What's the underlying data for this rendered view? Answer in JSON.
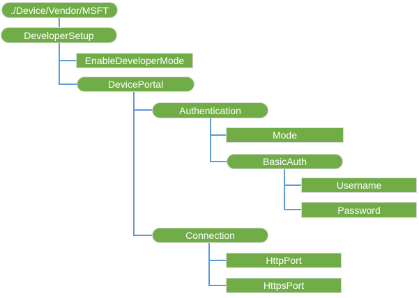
{
  "diagram": {
    "type": "tree",
    "description": "CSP node hierarchy diagram",
    "colors": {
      "node_fill": "#70AD47",
      "node_border": "#D9D9D9",
      "connector_line": "#5B9BD5",
      "node_text": "#FFFFFF",
      "background": "#FFFFFF"
    },
    "nodes": [
      {
        "id": "root",
        "label": "./Device/Vendor/MSFT",
        "shape": "pill",
        "parent": null
      },
      {
        "id": "developer-setup",
        "label": "DeveloperSetup",
        "shape": "pill",
        "parent": "root"
      },
      {
        "id": "enable-developer-mode",
        "label": "EnableDeveloperMode",
        "shape": "rect",
        "parent": "developer-setup"
      },
      {
        "id": "device-portal",
        "label": "DevicePortal",
        "shape": "pill",
        "parent": "developer-setup"
      },
      {
        "id": "authentication",
        "label": "Authentication",
        "shape": "pill",
        "parent": "device-portal"
      },
      {
        "id": "mode",
        "label": "Mode",
        "shape": "rect",
        "parent": "authentication"
      },
      {
        "id": "basic-auth",
        "label": "BasicAuth",
        "shape": "pill",
        "parent": "authentication"
      },
      {
        "id": "username",
        "label": "Username",
        "shape": "rect",
        "parent": "basic-auth"
      },
      {
        "id": "password",
        "label": "Password",
        "shape": "rect",
        "parent": "basic-auth"
      },
      {
        "id": "connection",
        "label": "Connection",
        "shape": "pill",
        "parent": "device-portal"
      },
      {
        "id": "http-port",
        "label": "HttpPort",
        "shape": "rect",
        "parent": "connection"
      },
      {
        "id": "https-port",
        "label": "HttpsPort",
        "shape": "rect",
        "parent": "connection"
      }
    ]
  }
}
